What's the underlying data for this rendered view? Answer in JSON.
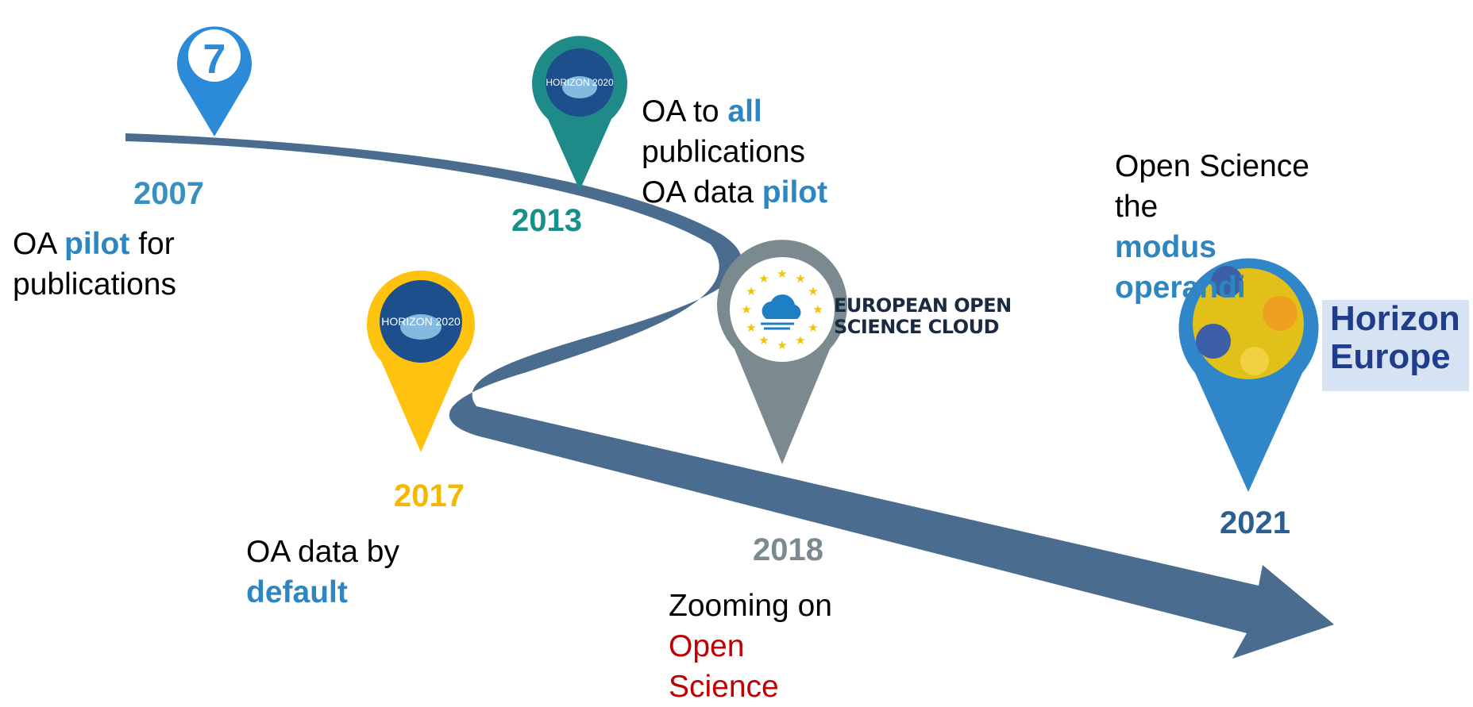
{
  "colors": {
    "path": "#4a6d8f",
    "fp7_pin": "#2b8bd8",
    "h2020_pin": "#1f8b88",
    "yellow_pin": "#ffc20e",
    "grey_pin": "#7a8a8e",
    "horizon_pin": "#2f86c8",
    "blue_year": "#3a8fc1",
    "teal_year": "#17908a",
    "yellow_year": "#f5b800",
    "grey_year": "#7a8a8e",
    "dark_year": "#2a5f8f",
    "highlight": "#2e86c1",
    "red": "#c00000"
  },
  "milestones": {
    "m2007": {
      "year": "2007",
      "t1": "OA ",
      "t2": "pilot",
      "t3": " for",
      "t4": "publications",
      "icon": "fp7-logo"
    },
    "m2013": {
      "year": "2013",
      "t1": "OA to ",
      "t2": "all",
      "t3": "publications",
      "t4": "OA data ",
      "t5": "pilot",
      "icon": "horizon-2020-logo"
    },
    "m2017": {
      "year": "2017",
      "t1": "OA data by",
      "t2": "default",
      "icon": "horizon-2020-logo"
    },
    "m2018": {
      "year": "2018",
      "t1": "Zooming on",
      "t2": "Open",
      "t3": "Science",
      "icon": "eosc-cloud-logo"
    },
    "m2021": {
      "year": "2021",
      "t1": "Open Science",
      "t2": "the",
      "t3": "modus",
      "t4": "operandi",
      "icon": "horizon-europe-collage"
    }
  },
  "logos": {
    "fp7_mark": "7",
    "h2020_a": "HORIZON 2020",
    "h2020_b": "HORIZON 2020",
    "eosc_line1": "EUROPEAN OPEN",
    "eosc_line2": "SCIENCE CLOUD",
    "horizon_europe_1": "Horizon",
    "horizon_europe_2": "Europe"
  }
}
